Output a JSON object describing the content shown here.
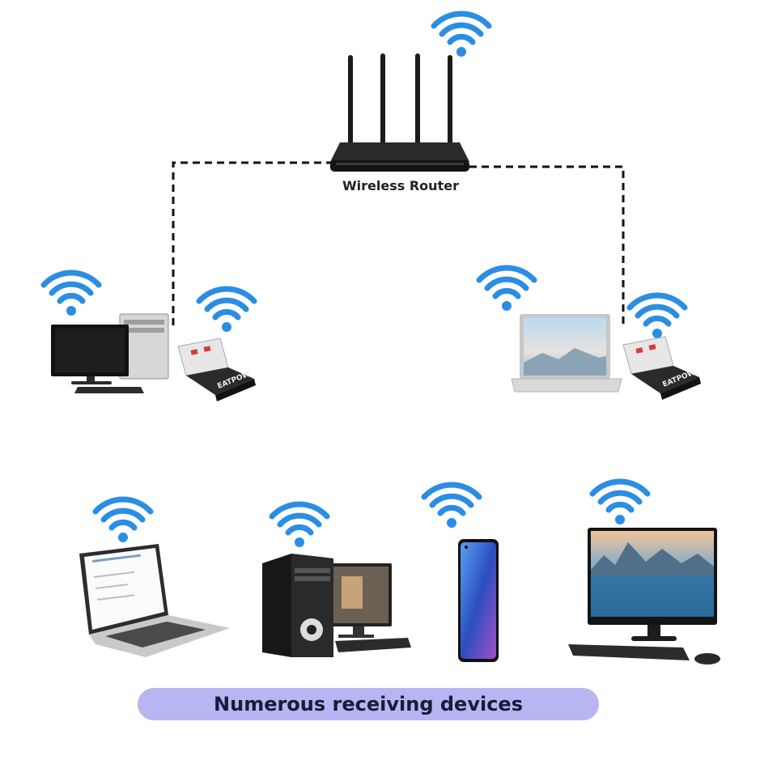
{
  "router": {
    "label": "Wireless Router"
  },
  "adapter": {
    "brand": "EATPOW"
  },
  "footer": {
    "text": "Numerous receiving devices"
  },
  "colors": {
    "wifi": "#2b8de3",
    "footer_bg": "#b6b6f2",
    "link": "#111111"
  },
  "icons": [
    "wifi-icon",
    "router-icon",
    "usb-adapter-icon",
    "desktop-pc-icon",
    "laptop-icon",
    "smartphone-icon",
    "all-in-one-pc-icon"
  ]
}
